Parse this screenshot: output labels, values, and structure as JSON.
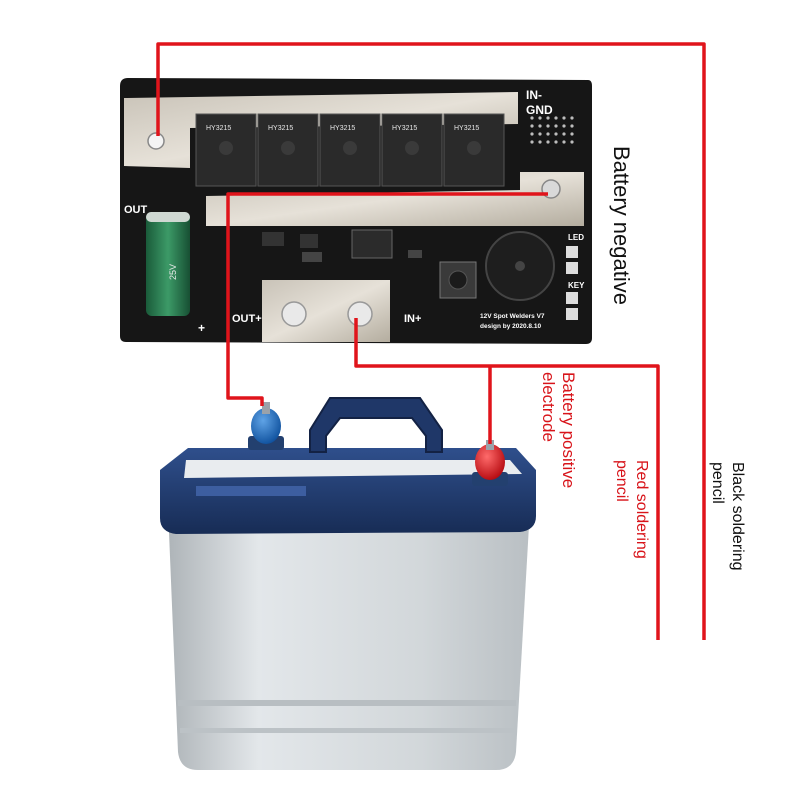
{
  "pcb": {
    "label_in_gnd_1": "IN-",
    "label_in_gnd_2": "GND",
    "label_out_minus": "OUT",
    "label_out_plus": "OUT+",
    "label_in_plus": "IN+",
    "label_led": "LED",
    "label_key": "KEY",
    "label_plus": "+",
    "board_title": "12V Spot Welders V7",
    "board_design": "design by 2020.8.10",
    "mosfet_text": "HY3215",
    "capacitor_text": "25V"
  },
  "labels": {
    "battery_negative": "Battery negative",
    "battery_positive_1": "Battery positive",
    "battery_positive_2": "electrode",
    "red_pencil_1": "Red soldering",
    "red_pencil_2": "pencil",
    "black_pencil_1": "Black soldering",
    "black_pencil_2": "pencil"
  },
  "colors": {
    "wire_red": "#e0141b",
    "label_red": "#d8141a",
    "label_black": "#111111",
    "pcb": "#161616",
    "battery_lid": "#233e73",
    "battery_body": "#d5dadd"
  }
}
